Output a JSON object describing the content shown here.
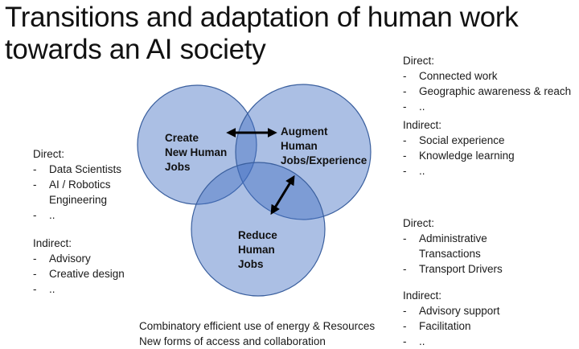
{
  "title": "Transitions and adaptation of human work towards an AI society",
  "circles": {
    "create": [
      "Create",
      "New Human",
      "Jobs"
    ],
    "augment": [
      "Augment",
      "Human",
      "Jobs/Experience"
    ],
    "reduce": [
      "Reduce",
      "Human",
      "Jobs"
    ]
  },
  "left": {
    "direct_head": "Direct:",
    "direct_items": [
      "Data Scientists",
      "AI / Robotics Engineering",
      ".."
    ],
    "indirect_head": "Indirect:",
    "indirect_items": [
      "Advisory",
      "Creative design",
      ".."
    ]
  },
  "right_top": {
    "direct_head": "Direct:",
    "direct_items": [
      "Connected work",
      "Geographic awareness & reach",
      ".."
    ],
    "indirect_head": "Indirect:",
    "indirect_items": [
      "Social experience",
      "Knowledge learning",
      ".."
    ]
  },
  "right_bottom": {
    "direct_head": "Direct:",
    "direct_items": [
      "Administrative Transactions",
      "Transport Drivers"
    ],
    "indirect_head": "Indirect:",
    "indirect_items": [
      "Advisory support",
      "Facilitation",
      ".."
    ]
  },
  "bottom": [
    "Combinatory efficient use of energy & Resources",
    "New forms of access and collaboration"
  ],
  "dash": "-",
  "colors": {
    "circle_fill": "#4472c4",
    "circle_stroke": "#3a5f9e",
    "arrow": "#000000"
  }
}
